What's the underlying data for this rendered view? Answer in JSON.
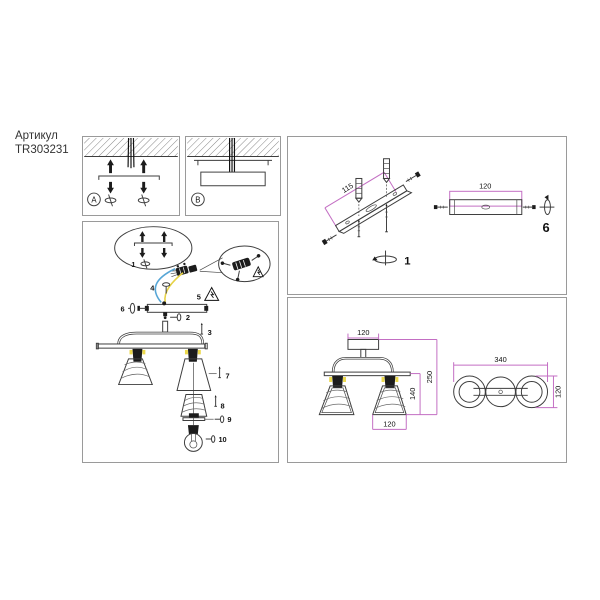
{
  "product": {
    "label": "Артикул",
    "code": "TR303231"
  },
  "panel_a": {
    "letter": "A"
  },
  "panel_b": {
    "letter": "B"
  },
  "steps": {
    "s1": "1",
    "s2": "2",
    "s3": "3",
    "s4": "4",
    "s5": "5",
    "s6": "6",
    "s7": "7",
    "s8": "8",
    "s9": "9",
    "s10": "10"
  },
  "bracket_detail": {
    "hole_spacing_mm": "115",
    "plate_length_mm": "120",
    "install_step": "1",
    "screw_step": "6"
  },
  "front_view": {
    "canopy_width_mm": "120",
    "overall_height_mm": "250",
    "shade_height_mm": "140",
    "shade_width_mm": "120"
  },
  "top_view": {
    "overall_length_mm": "340",
    "shade_diameter_mm": "120"
  },
  "colors": {
    "dimension_line": "#c36ec3",
    "wire_blue": "#57a6d6",
    "wire_yellow": "#e6d245",
    "accent_yellow": "#ecd94c",
    "drawing_line": "#3d3d3d",
    "panel_border": "#9a9a9a"
  }
}
